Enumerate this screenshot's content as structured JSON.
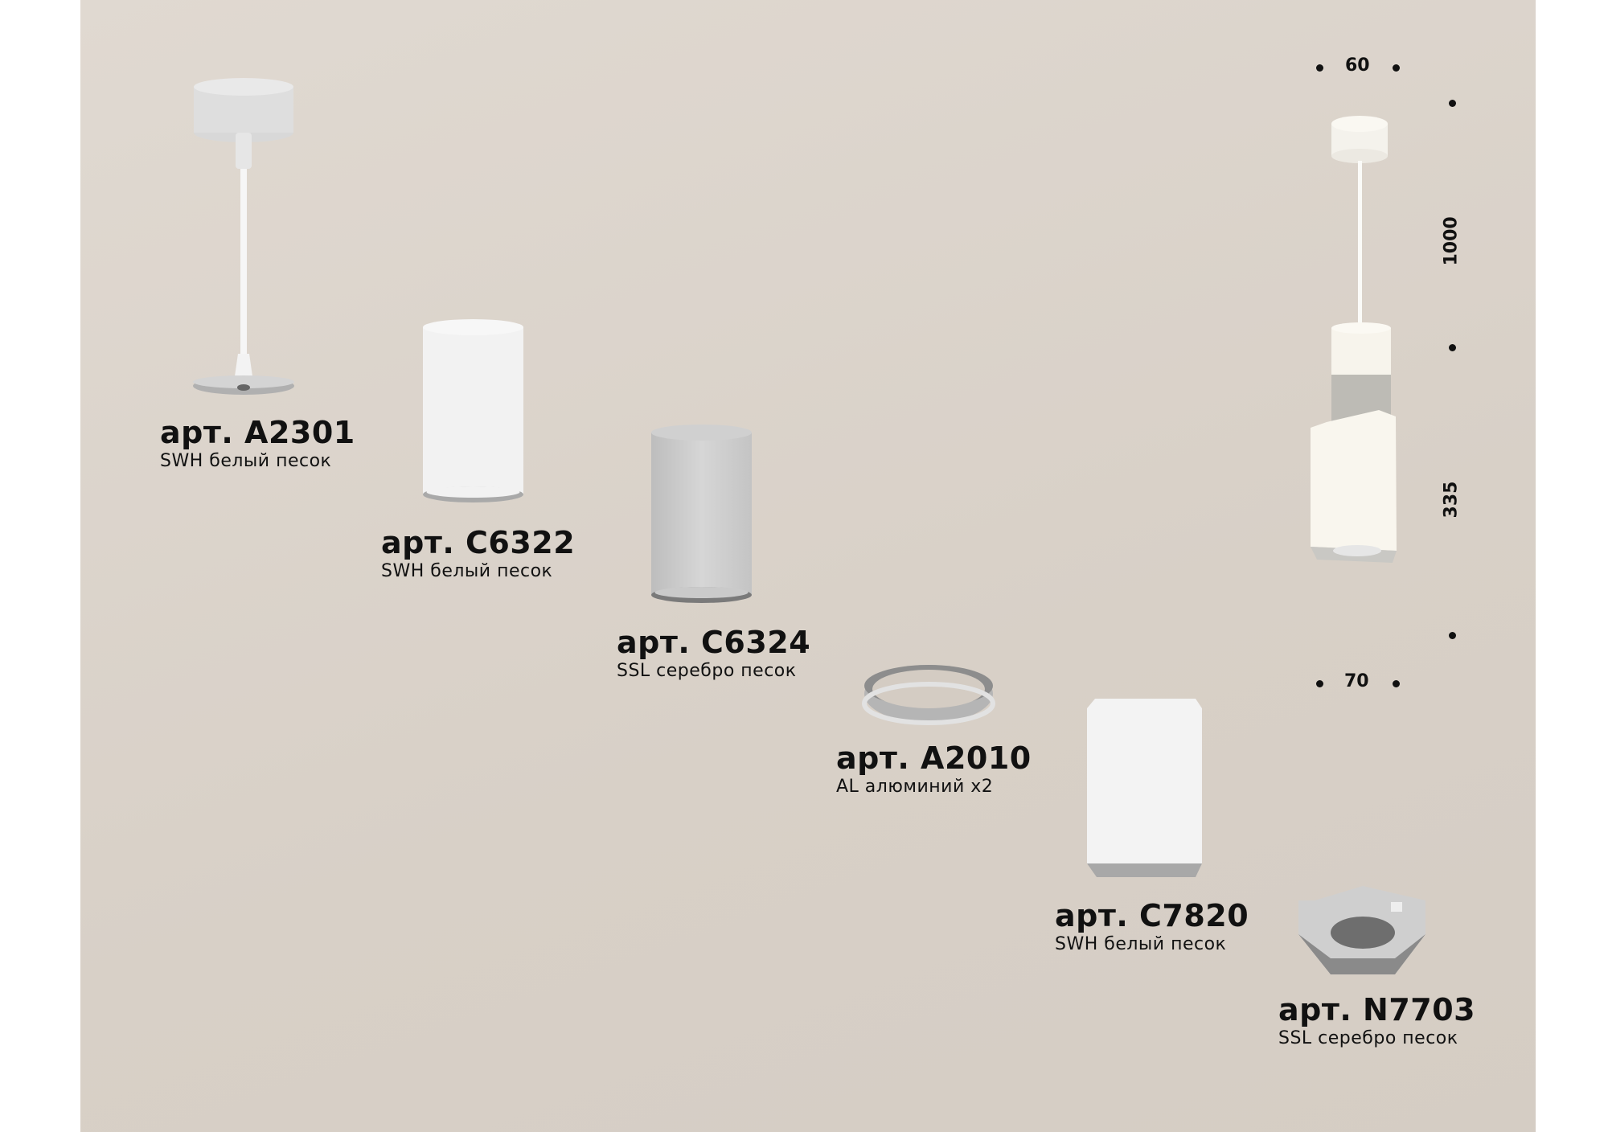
{
  "products": [
    {
      "article": "арт. A2301",
      "finish": "SWH белый песок"
    },
    {
      "article": "арт. C6322",
      "finish": "SWH белый песок"
    },
    {
      "article": "арт. C6324",
      "finish": "SSL серебро песок"
    },
    {
      "article": "арт. A2010",
      "finish": "AL алюминий x2"
    },
    {
      "article": "арт. C7820",
      "finish": "SWH белый песок"
    },
    {
      "article": "арт. N7703",
      "finish": "SSL серебро песок"
    }
  ],
  "dimensions": {
    "top_width": "60",
    "bottom_width": "70",
    "cable_length": "1000",
    "body_height": "335"
  },
  "colors": {
    "background": "#dad2c9",
    "white": "#f4f4f3",
    "silver": "#c2c2c2",
    "text": "#111111"
  }
}
